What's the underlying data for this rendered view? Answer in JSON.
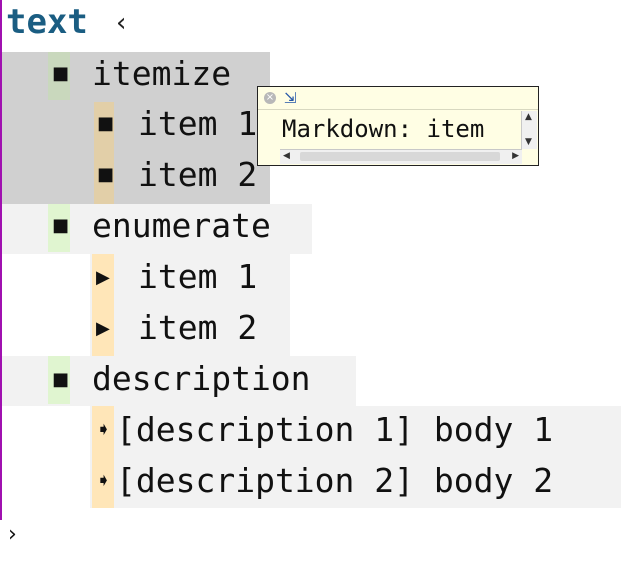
{
  "editor": {
    "keyword": "text",
    "collapse_glyph": "‹",
    "expand_glyph": "›",
    "sections": [
      {
        "bullet": "■",
        "label": "itemize",
        "items": [
          {
            "marker": "■",
            "text": "item 1"
          },
          {
            "marker": "■",
            "text": "item 2"
          }
        ]
      },
      {
        "bullet": "■",
        "label": "enumerate",
        "items": [
          {
            "marker": "▶",
            "text": "item 1"
          },
          {
            "marker": "▶",
            "text": "item 2"
          }
        ]
      },
      {
        "bullet": "■",
        "label": "description",
        "items": [
          {
            "marker": "➧",
            "text": "[description 1] body 1"
          },
          {
            "marker": "➧",
            "text": "[description 2] body 2"
          }
        ]
      }
    ]
  },
  "popup": {
    "close_icon": "close-icon",
    "open_icon": "open-in-editor-icon",
    "close_glyph": "×",
    "open_glyph": "⇲",
    "text": "Markdown: item"
  },
  "colors": {
    "keyword": "#1a5d82",
    "left_border": "#a010b0",
    "selection": "#d0d0d0",
    "popup_bg": "#fffee4"
  }
}
